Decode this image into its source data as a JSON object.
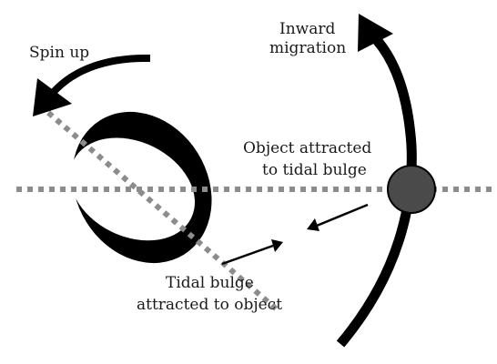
{
  "labels": {
    "spin_up": "Spin up",
    "inward_migration_line1": "Inward",
    "inward_migration_line2": "migration",
    "object_attracted_line1": "Object attracted",
    "object_attracted_line2": "to tidal bulge",
    "tidal_bulge_line1": "Tidal bulge",
    "tidal_bulge_line2": "attracted to object"
  },
  "colors": {
    "background": "#ffffff",
    "ink": "#000000",
    "axis_dots": "#8c8c8c",
    "object_fill": "#4a4a4a"
  }
}
